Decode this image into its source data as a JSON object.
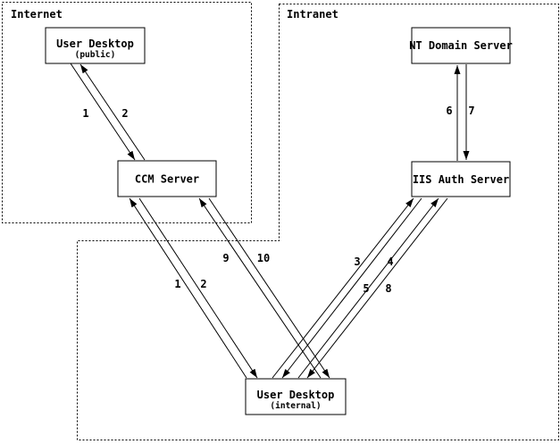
{
  "diagram": {
    "regions": [
      {
        "id": "internet",
        "label": "Internet"
      },
      {
        "id": "intranet",
        "label": "Intranet"
      }
    ],
    "nodes": [
      {
        "id": "user-desktop-public",
        "label": "User Desktop",
        "sublabel": "(public)"
      },
      {
        "id": "ccm-server",
        "label": "CCM Server"
      },
      {
        "id": "nt-domain-server",
        "label": "NT Domain Server"
      },
      {
        "id": "iis-auth-server",
        "label": "IIS Auth Server"
      },
      {
        "id": "user-desktop-internal",
        "label": "User Desktop",
        "sublabel": "(internal)"
      }
    ],
    "edges": [
      {
        "label": "1",
        "from": "user-desktop-public",
        "to": "ccm-server"
      },
      {
        "label": "2",
        "from": "ccm-server",
        "to": "user-desktop-public"
      },
      {
        "label": "1",
        "from": "user-desktop-internal",
        "to": "ccm-server"
      },
      {
        "label": "2",
        "from": "ccm-server",
        "to": "user-desktop-internal"
      },
      {
        "label": "9",
        "from": "user-desktop-internal",
        "to": "ccm-server"
      },
      {
        "label": "10",
        "from": "ccm-server",
        "to": "user-desktop-internal"
      },
      {
        "label": "3",
        "from": "user-desktop-internal",
        "to": "iis-auth-server"
      },
      {
        "label": "4",
        "from": "iis-auth-server",
        "to": "user-desktop-internal"
      },
      {
        "label": "5",
        "from": "user-desktop-internal",
        "to": "iis-auth-server"
      },
      {
        "label": "8",
        "from": "iis-auth-server",
        "to": "user-desktop-internal"
      },
      {
        "label": "6",
        "from": "iis-auth-server",
        "to": "nt-domain-server"
      },
      {
        "label": "7",
        "from": "nt-domain-server",
        "to": "iis-auth-server"
      }
    ],
    "colors": {
      "line": "#000000",
      "background": "#ffffff"
    }
  }
}
